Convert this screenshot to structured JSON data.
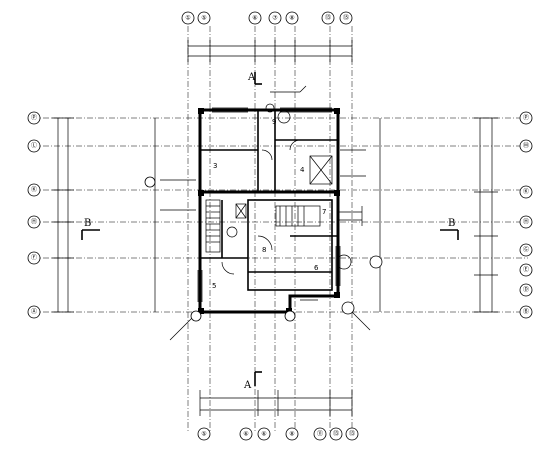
{
  "drawing": {
    "top_grid_labels": [
      "①",
      "⑤",
      "⑥",
      "⑦",
      "⑧",
      "⑬",
      "⑮"
    ],
    "bottom_grid_labels": [
      "⑤",
      "⑥",
      "⑥",
      "⑧",
      "⑪",
      "⑬",
      "⑬"
    ],
    "left_grid_labels": [
      "Ⓟ",
      "Ⓛ",
      "Ⓚ",
      "Ⓗ",
      "Ⓕ",
      "Ⓐ"
    ],
    "right_grid_labels": [
      "Ⓟ",
      "Ⓜ",
      "Ⓚ",
      "Ⓗ",
      "Ⓖ",
      "Ⓔ",
      "Ⓓ",
      "Ⓑ"
    ],
    "section_marks": [
      "A",
      "A",
      "B",
      "B"
    ],
    "room_numbers": [
      "3",
      "4",
      "5",
      "6",
      "7",
      "8",
      "9"
    ],
    "line_color": "#000000",
    "background": "#ffffff"
  }
}
